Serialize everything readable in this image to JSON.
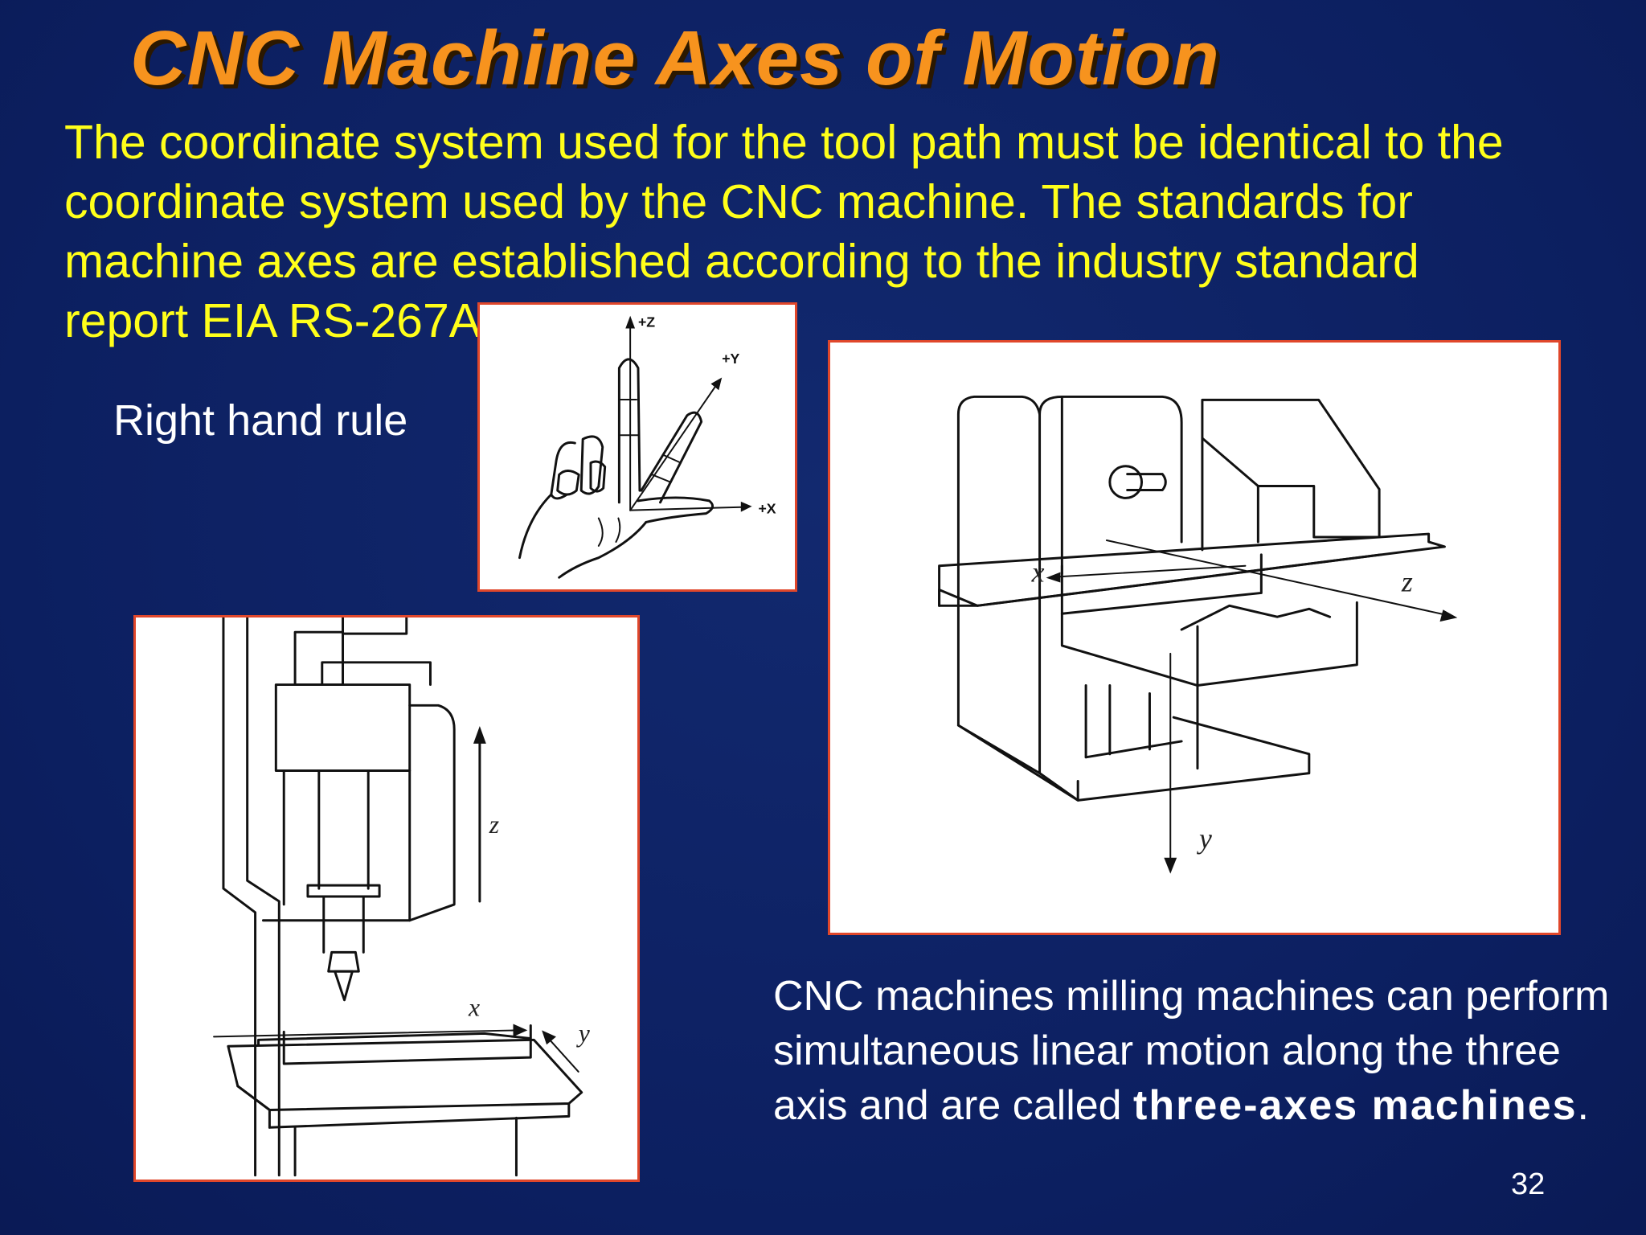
{
  "slide": {
    "title": "CNC Machine Axes of Motion",
    "intro_lines": [
      "The coordinate system used for the tool path must be identical to the",
      "coordinate system used by the CNC machine. The standards for",
      "machine axes are established according to the industry standard",
      "report EIA RS-267A."
    ],
    "hand_rule_label": "Right hand rule",
    "hand_diagram": {
      "z_label": "+Z",
      "y_label": "+Y",
      "x_label": "+X"
    },
    "horizontal_mill": {
      "x_label": "x",
      "z_label": "z",
      "y_label": "y"
    },
    "vertical_mill": {
      "z_label": "z",
      "x_label": "x",
      "y_label": "y"
    },
    "caption": {
      "text": "CNC machines milling machines can perform simultaneous linear motion along the three axis and are called ",
      "bold": "three-axes machines",
      "end": "."
    },
    "page_number": "32"
  },
  "colors": {
    "background": "#0e2266",
    "title": "#f7931e",
    "intro_text": "#ffff1a",
    "body_text": "#ffffff",
    "panel_border": "#e0472b"
  }
}
